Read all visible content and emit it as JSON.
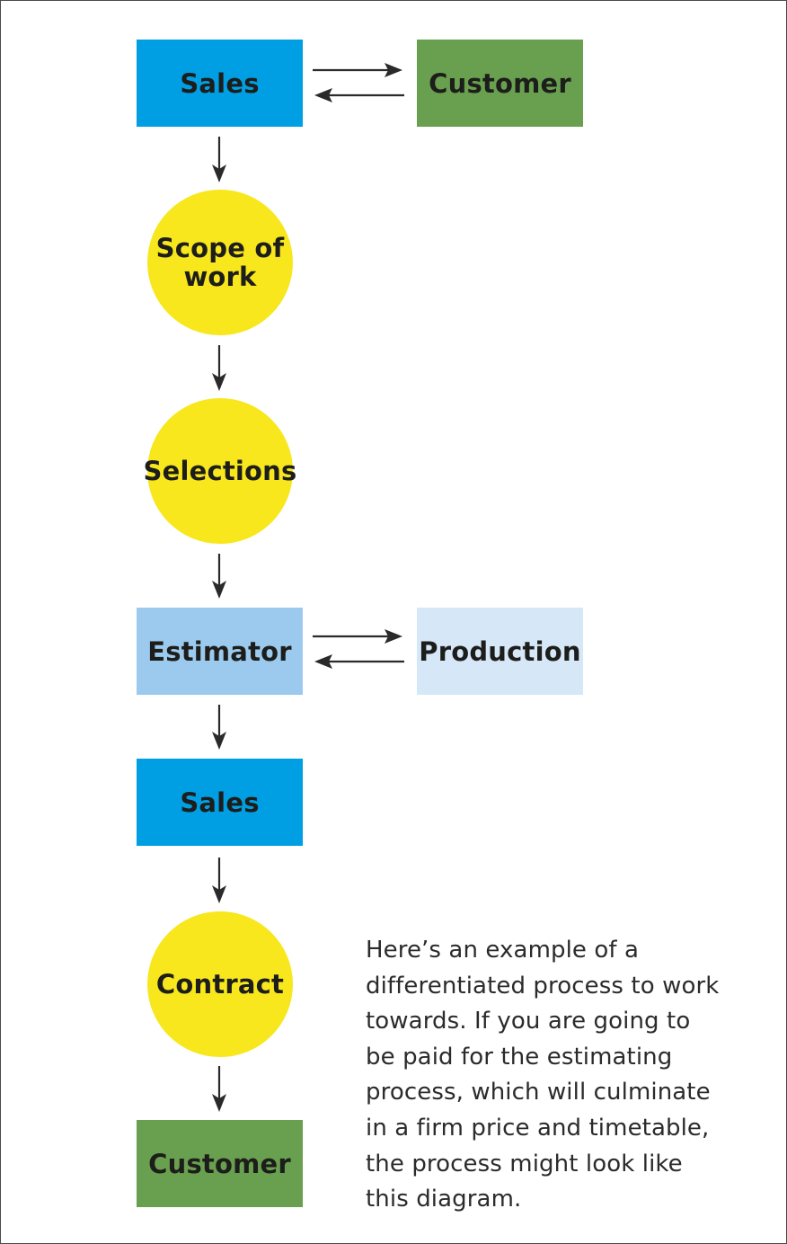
{
  "nodes": {
    "sales_top": "Sales",
    "customer_top": "Customer",
    "scope_of_work": "Scope of\nwork",
    "selections": "Selections",
    "estimator": "Estimator",
    "production": "Production",
    "sales_bottom": "Sales",
    "contract": "Contract",
    "customer_bottom": "Customer"
  },
  "caption": "Here’s an example of a\ndifferentiated process to work\ntowards. If you are going to\nbe paid for the estimating\nprocess, which will culminate\nin a firm price and timetable,\nthe process might look like\nthis diagram.",
  "colors": {
    "sales": "#009fe3",
    "customer": "#69a04f",
    "estimator": "#9ccaee",
    "production": "#d6e8f8",
    "circle": "#f8e71c"
  }
}
